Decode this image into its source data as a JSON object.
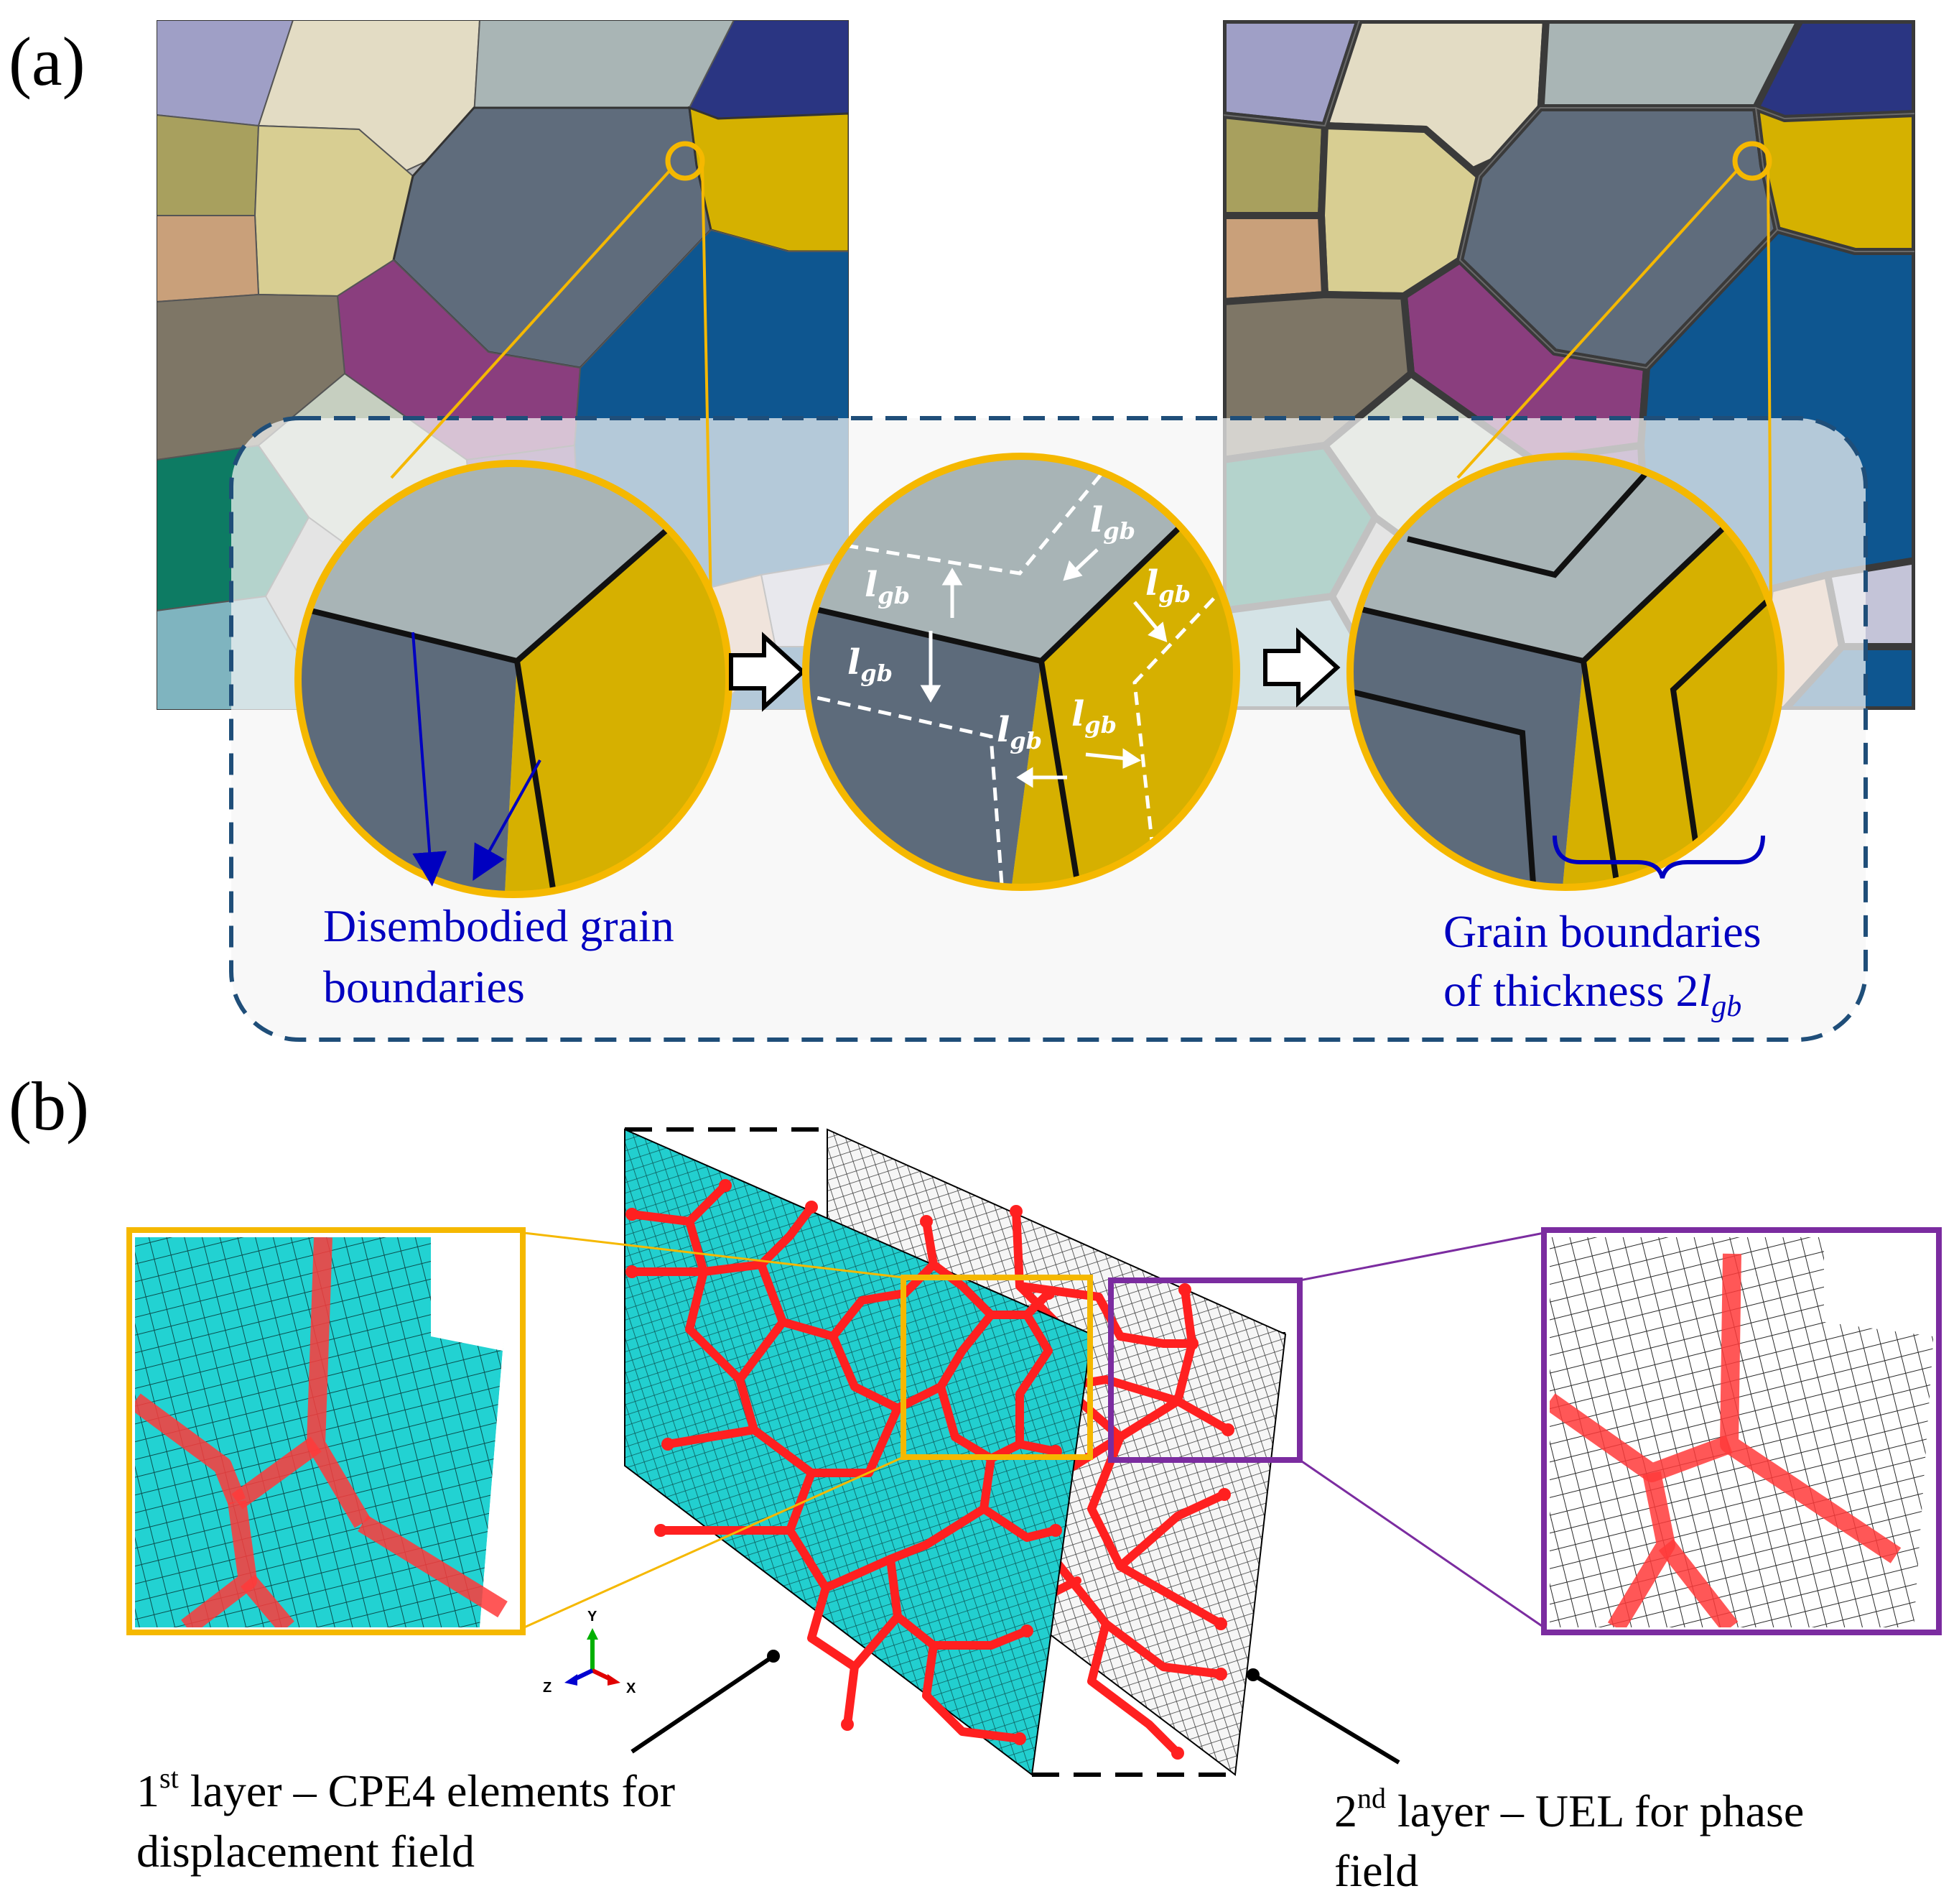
{
  "panel_a": {
    "label": "(a)",
    "caption_left_line1": "Disembodied grain",
    "caption_left_line2": "boundaries",
    "caption_right_line1": "Grain boundaries",
    "caption_right_line2": "of thickness 2",
    "caption_right_symbol": "l",
    "caption_right_sub": "gb",
    "lgb_symbol": "l",
    "lgb_sub": "gb",
    "colors": {
      "accent_yellow": "#F5B800",
      "dashed_box": "#1F4E79",
      "annotation_blue": "#0000C0",
      "grain_gray_blue": "#5D6B7B",
      "grain_mustard": "#D6B000",
      "grain_light_gray": "#A8B4B6"
    }
  },
  "panel_b": {
    "label": "(b)",
    "caption_layer1_pre": "1",
    "caption_layer1_sup": "st",
    "caption_layer1_rest": " layer – CPE4 elements for",
    "caption_layer1_line2": "displacement field",
    "caption_layer2_pre": "2",
    "caption_layer2_sup": "nd",
    "caption_layer2_rest": " layer – UEL for phase",
    "caption_layer2_line2": "field",
    "axis_y": "Y",
    "axis_z": "Z",
    "axis_x": "X",
    "colors": {
      "mesh_cyan": "#20CACA",
      "mesh_red": "#FF2020",
      "zoom_yellow": "#F5B800",
      "zoom_purple": "#7B2CA0"
    }
  }
}
